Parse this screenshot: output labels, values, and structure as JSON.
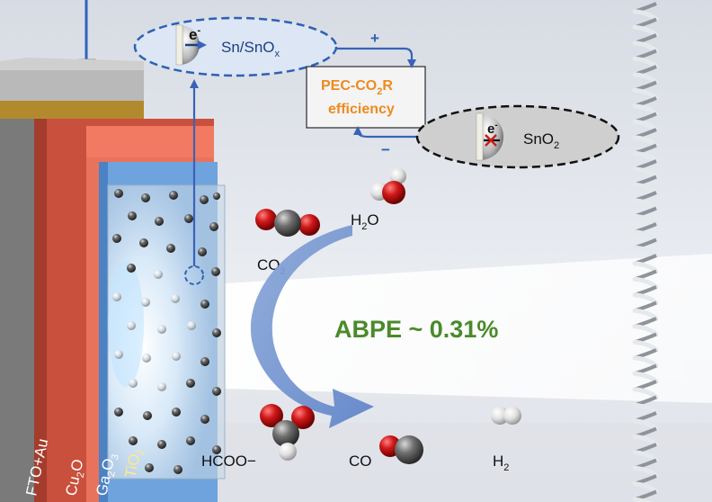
{
  "labels": {
    "sn_snox": "Sn/SnO",
    "sn_snox_sub": "x",
    "electron": "e",
    "electron_sup": "-",
    "plus": "+",
    "minus": "−",
    "pec_line1_a": "PEC-CO",
    "pec_line1_sub": "2",
    "pec_line1_b": "R",
    "pec_line2": "efficiency",
    "sno2": "SnO",
    "sno2_sub": "2",
    "h2o_a": "H",
    "h2o_sub": "2",
    "h2o_b": "O",
    "co2_a": "CO",
    "co2_sub": "2",
    "abpe": "ABPE ~ 0.31%",
    "hcoo": "HCOO−",
    "co": "CO",
    "h2_a": "H",
    "h2_sub": "2",
    "layer_fto": "FTO+Au",
    "layer_cu2o_a": "Cu",
    "layer_cu2o_sub": "2",
    "layer_cu2o_b": "O",
    "layer_ga2o3_a": "Ga",
    "layer_ga2o3_sub1": "2",
    "layer_ga2o3_b": "O",
    "layer_ga2o3_sub2": "3",
    "layer_tio2_a": "TiO",
    "layer_tio2_sub": "2"
  },
  "colors": {
    "accent_blue": "#3a62b8",
    "dashed_blue": "#2f62b2",
    "pec_orange": "#ee8a1e",
    "abpe_green": "#4a8a2a",
    "cu2o": "#c8503c",
    "ga2o3": "#f27a62",
    "tio2_edge": "#6fa3dd",
    "oxygen_red": "#d01818",
    "carbon_grey": "#6a6a6a"
  }
}
